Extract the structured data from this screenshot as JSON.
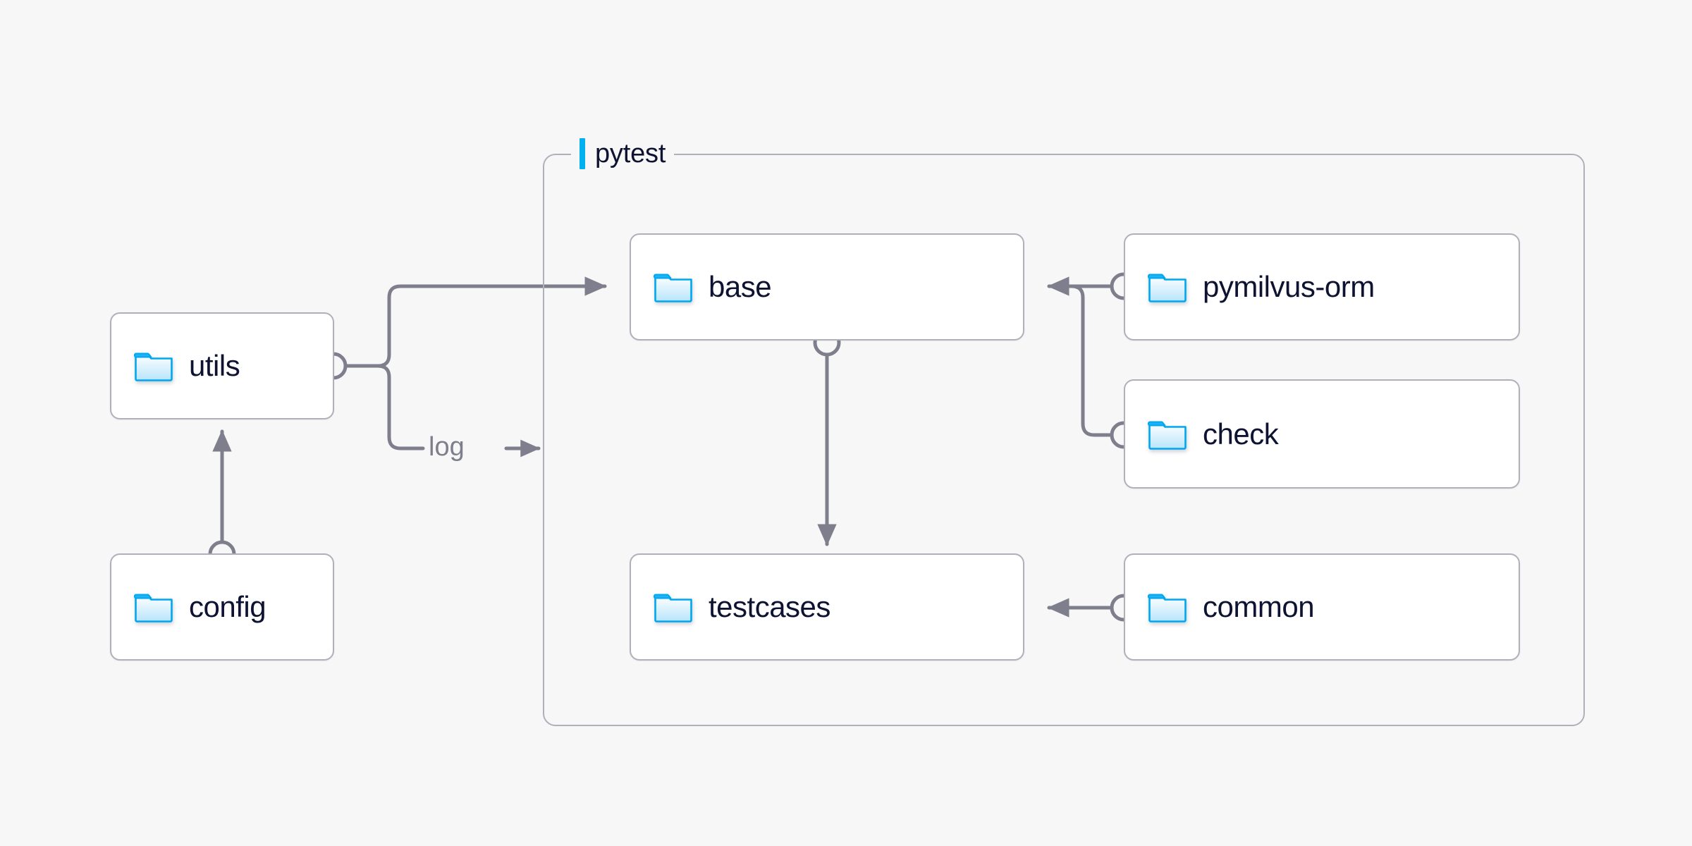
{
  "diagram": {
    "type": "architecture-dependency-diagram",
    "background_color": "#f7f7f8",
    "node_border_color": "#b0b0bb",
    "node_fill_color": "#ffffff",
    "edge_color": "#7e7e8c",
    "accent_color": "#00b0f0",
    "text_color": "#0d1330",
    "group": {
      "label": "pytest",
      "accent_color": "#00b0f0",
      "icon": "group-accent-bar"
    },
    "nodes": [
      {
        "id": "utils",
        "label": "utils",
        "icon": "folder-icon",
        "group": null
      },
      {
        "id": "config",
        "label": "config",
        "icon": "folder-icon",
        "group": null
      },
      {
        "id": "base",
        "label": "base",
        "icon": "folder-icon",
        "group": "pytest"
      },
      {
        "id": "testcases",
        "label": "testcases",
        "icon": "folder-icon",
        "group": "pytest"
      },
      {
        "id": "pymilvus-orm",
        "label": "pymilvus-orm",
        "icon": "folder-icon",
        "group": "pytest"
      },
      {
        "id": "check",
        "label": "check",
        "icon": "folder-icon",
        "group": "pytest"
      },
      {
        "id": "common",
        "label": "common",
        "icon": "folder-icon",
        "group": "pytest"
      }
    ],
    "edges": [
      {
        "from": "config",
        "to": "utils",
        "label": ""
      },
      {
        "from": "utils",
        "to": "base",
        "label": ""
      },
      {
        "from": "utils",
        "to": "pytest",
        "label": "log"
      },
      {
        "from": "base",
        "to": "testcases",
        "label": ""
      },
      {
        "from": "pymilvus-orm",
        "to": "base",
        "label": ""
      },
      {
        "from": "check",
        "to": "base",
        "label": ""
      },
      {
        "from": "common",
        "to": "testcases",
        "label": ""
      }
    ],
    "edge_labels": {
      "log": "log"
    }
  }
}
